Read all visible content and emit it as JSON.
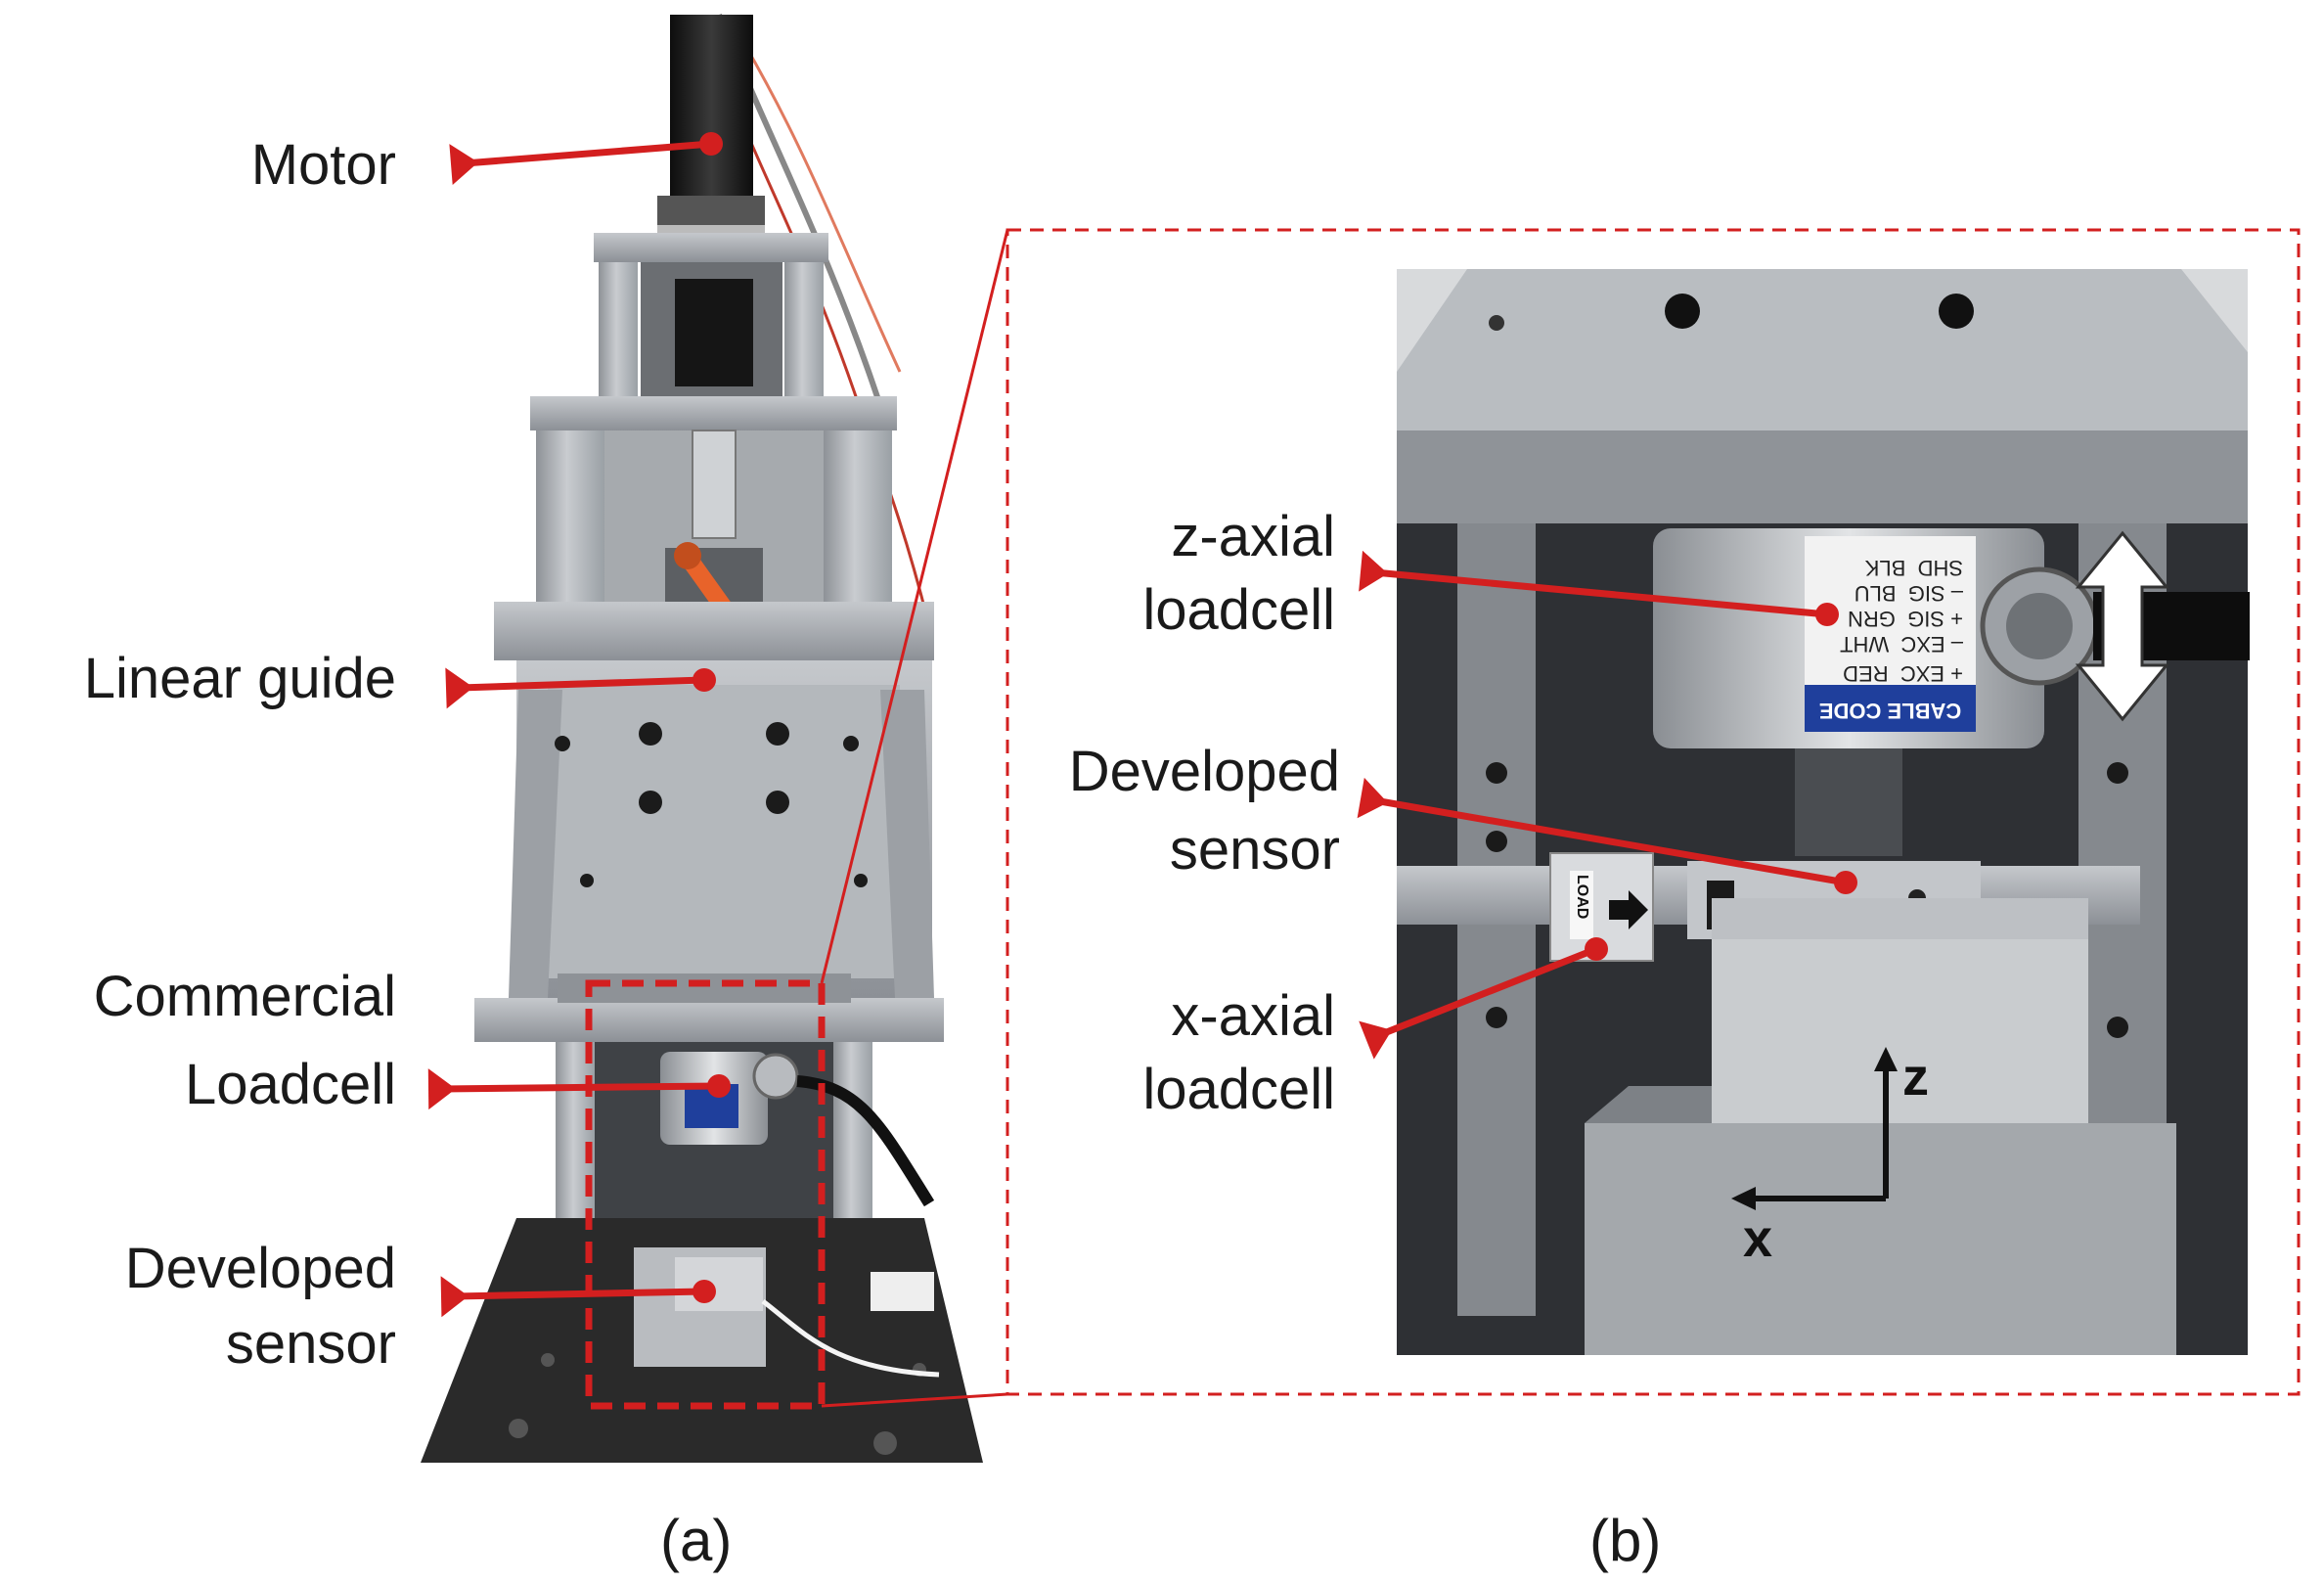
{
  "panel_a": {
    "caption": "(a)",
    "labels": {
      "motor": "Motor",
      "linear_guide": "Linear guide",
      "commercial_line1": "Commercial",
      "commercial_line2": "Loadcell",
      "developed_line1": "Developed",
      "developed_line2": "sensor"
    }
  },
  "panel_b": {
    "caption": "(b)",
    "labels": {
      "z_line1": "z-axial",
      "z_line2": "loadcell",
      "dev_line1": "Developed",
      "dev_line2": "sensor",
      "x_line1": "x-axial",
      "x_line2": "loadcell"
    },
    "axes": {
      "z": "z",
      "x": "x"
    },
    "loadcell_plate": {
      "header": "CABLE CODE",
      "rows": [
        "+ EXC  RED",
        "– EXC  WHT",
        "+ SIG  GRN",
        "– SIG  BLU",
        "SHD  BLK"
      ]
    },
    "sensor_tag": "LOAD"
  },
  "colors": {
    "annotation_red": "#d31f1f",
    "metal": "#a9adb1",
    "dark_base": "#2a2a2a",
    "motor_black": "#1b1b1b",
    "orange_handle": "#e8632a",
    "plate_blue": "#1f3f9c"
  }
}
